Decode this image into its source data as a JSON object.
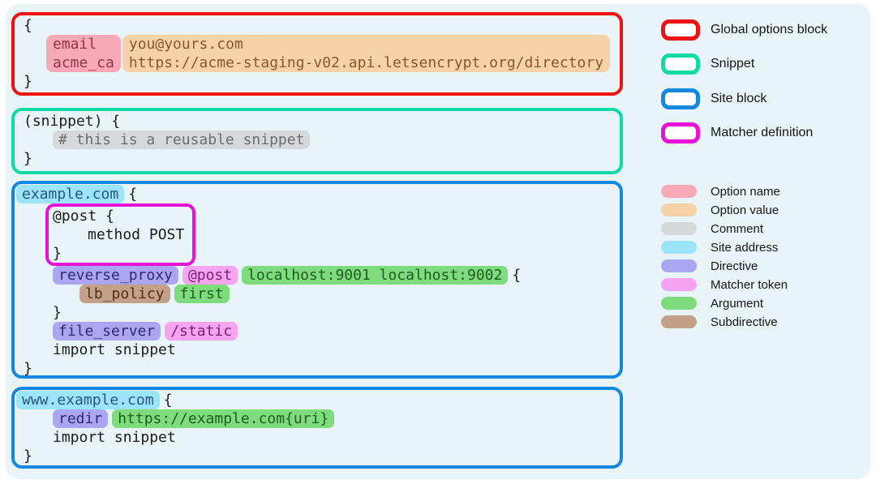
{
  "colors": {
    "panel_bg": "#e8f4f8",
    "global_options_border": "#ee1212",
    "snippet_border": "#0edaa3",
    "site_block_border": "#1487e0",
    "matcher_definition_border": "#e812d6",
    "option_name_bg": "#f8a9b7",
    "option_value_bg": "#f6d3a6",
    "comment_bg": "#d6d9db",
    "site_address_bg": "#9ce4fa",
    "directive_bg": "#aba5f2",
    "matcher_token_bg": "#f6a3f0",
    "argument_bg": "#7edc7e",
    "subdirective_bg": "#c3a08a"
  },
  "code": {
    "global_block": {
      "open_brace": "{",
      "option_names": [
        "email",
        "acme_ca"
      ],
      "option_values": [
        "you@yours.com",
        "https://acme-staging-v02.api.letsencrypt.org/directory"
      ],
      "close_brace": "}"
    },
    "snippet_block": {
      "header": "(snippet) {",
      "comment": "# this is a reusable snippet",
      "close_brace": "}"
    },
    "site_block_1": {
      "site_address": "example.com",
      "open_brace": "{",
      "matcher_definition": {
        "header": "@post {",
        "body": "method POST",
        "close_brace": "}"
      },
      "reverse_proxy_line": {
        "directive": "reverse_proxy",
        "matcher_token": "@post",
        "arguments": "localhost:9001 localhost:9002",
        "open_brace": "{"
      },
      "lb_policy_line": {
        "subdirective": "lb_policy",
        "argument": "first"
      },
      "subblock_close_brace": "}",
      "file_server_line": {
        "directive": "file_server",
        "matcher_token": "/static"
      },
      "import_line": "import snippet",
      "close_brace": "}"
    },
    "site_block_2": {
      "site_address": "www.example.com",
      "open_brace": "{",
      "redir_line": {
        "directive": "redir",
        "argument": "https://example.com{uri}"
      },
      "import_line": "import snippet",
      "close_brace": "}"
    }
  },
  "legend": {
    "blocks": [
      {
        "label": "Global options block"
      },
      {
        "label": "Snippet"
      },
      {
        "label": "Site block"
      },
      {
        "label": "Matcher definition"
      }
    ],
    "tokens": [
      {
        "label": "Option name"
      },
      {
        "label": "Option value"
      },
      {
        "label": "Comment"
      },
      {
        "label": "Site address"
      },
      {
        "label": "Directive"
      },
      {
        "label": "Matcher token"
      },
      {
        "label": "Argument"
      },
      {
        "label": "Subdirective"
      }
    ]
  }
}
